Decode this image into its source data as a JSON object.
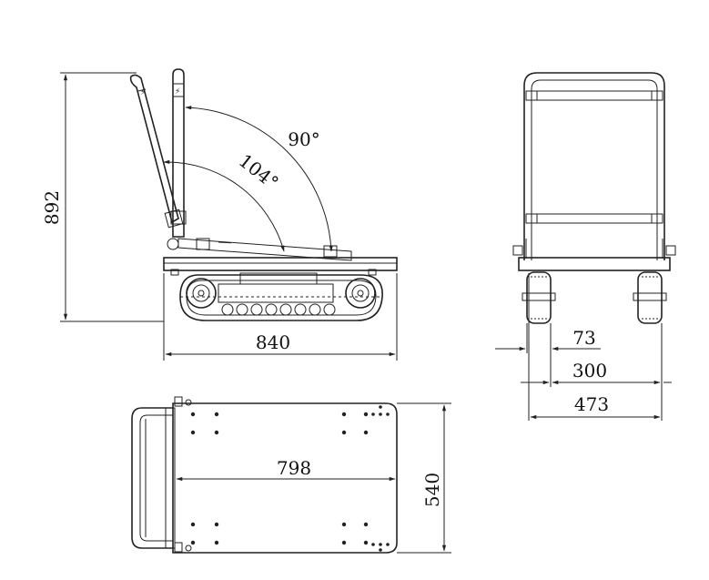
{
  "drawing": {
    "side_view": {
      "height_label": "892",
      "width_label": "840",
      "angle_upright_label": "90°",
      "angle_tilted_label": "104°"
    },
    "front_view": {
      "wheel_width_label": "73",
      "track_width_label": "300",
      "overall_width_label": "473"
    },
    "top_view": {
      "platform_length_label": "798",
      "platform_width_label": "540"
    }
  },
  "colors": {
    "line": "#222222",
    "background": "#ffffff"
  }
}
